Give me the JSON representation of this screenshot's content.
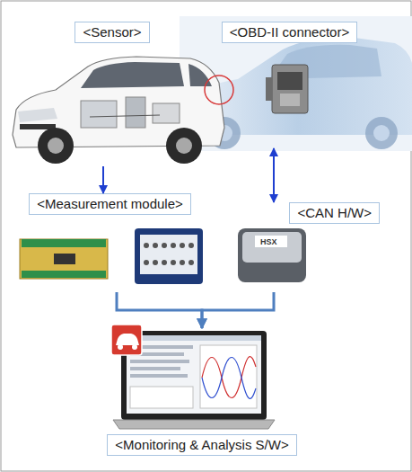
{
  "diagram": {
    "nodes": [
      {
        "text": [
          "<Sensor>"
        ]
      },
      {
        "text": [
          "<OBD-II connector>"
        ]
      },
      {
        "text": [
          "<Measurement module>"
        ]
      },
      {
        "text": [
          "<CAN H/W>"
        ]
      },
      {
        "text": [
          "<Monitoring & Analysis S/W>"
        ]
      }
    ],
    "edges": [
      {
        "from": 0,
        "to": 2,
        "arrow": "to"
      },
      {
        "from": 1,
        "to": 3,
        "arrow": "both"
      },
      {
        "from": 2,
        "to": 4,
        "arrow": "to"
      },
      {
        "from": 3,
        "to": 4,
        "arrow": "to"
      }
    ],
    "labels": [
      "HSX"
    ]
  }
}
